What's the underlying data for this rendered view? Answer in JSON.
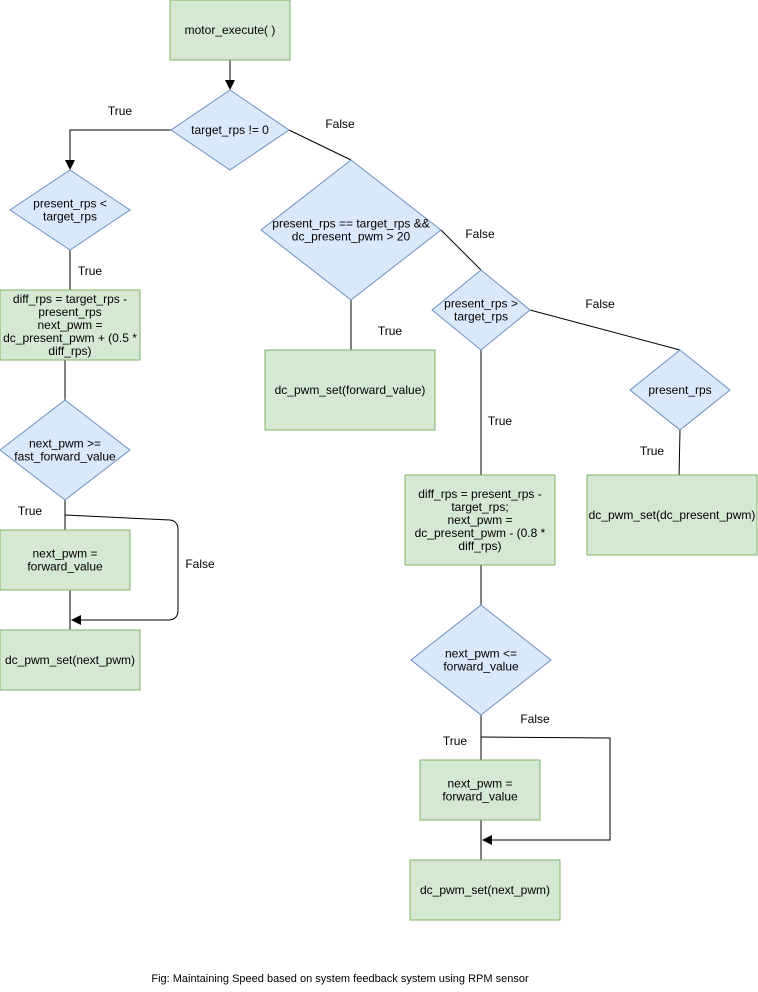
{
  "colors": {
    "process_fill": "#d5e8d4",
    "process_stroke": "#82b366",
    "decision_fill": "#dae8fc",
    "decision_stroke": "#6c8ebf",
    "edge": "#000000"
  },
  "nodes": {
    "start": {
      "lines": [
        "motor_execute( )"
      ]
    },
    "d1": {
      "lines": [
        "target_rps != 0"
      ]
    },
    "d_left": {
      "lines": [
        "present_rps <",
        "target_rps"
      ]
    },
    "p_diff_left": {
      "lines": [
        "diff_rps = target_rps -",
        "present_rps",
        "next_pwm =",
        "dc_present_pwm + (0.5 *",
        "diff_rps)"
      ]
    },
    "d_fast": {
      "lines": [
        "next_pwm >=",
        "fast_forward_value"
      ]
    },
    "p_next_left": {
      "lines": [
        "next_pwm =",
        "forward_value"
      ]
    },
    "p_set_left": {
      "lines": [
        "dc_pwm_set(next_pwm)"
      ]
    },
    "d_equal": {
      "lines": [
        "present_rps == target_rps &&",
        "dc_present_pwm > 20"
      ]
    },
    "p_set_forward": {
      "lines": [
        "dc_pwm_set(forward_value)"
      ]
    },
    "d_greater": {
      "lines": [
        "present_rps >",
        "target_rps"
      ]
    },
    "d_present": {
      "lines": [
        "present_rps"
      ]
    },
    "p_set_present": {
      "lines": [
        "dc_pwm_set(dc_present_pwm)"
      ]
    },
    "p_diff_right": {
      "lines": [
        "diff_rps = present_rps -",
        "target_rps;",
        "next_pwm =",
        "dc_present_pwm - (0.8 *",
        "diff_rps)"
      ]
    },
    "d_le": {
      "lines": [
        "next_pwm <=",
        "forward_value"
      ]
    },
    "p_next_right": {
      "lines": [
        "next_pwm =",
        "forward_value"
      ]
    },
    "p_set_right": {
      "lines": [
        "dc_pwm_set(next_pwm)"
      ]
    }
  },
  "edge_labels": {
    "d1_true": "True",
    "d1_false": "False",
    "left_true": "True",
    "fast_true": "True",
    "fast_false": "False",
    "equal_true": "True",
    "equal_false": "False",
    "greater_true": "True",
    "greater_false": "False",
    "present_true": "True",
    "le_true": "True",
    "le_false": "False"
  },
  "caption": "Fig: Maintaining Speed based on system feedback system using RPM sensor"
}
